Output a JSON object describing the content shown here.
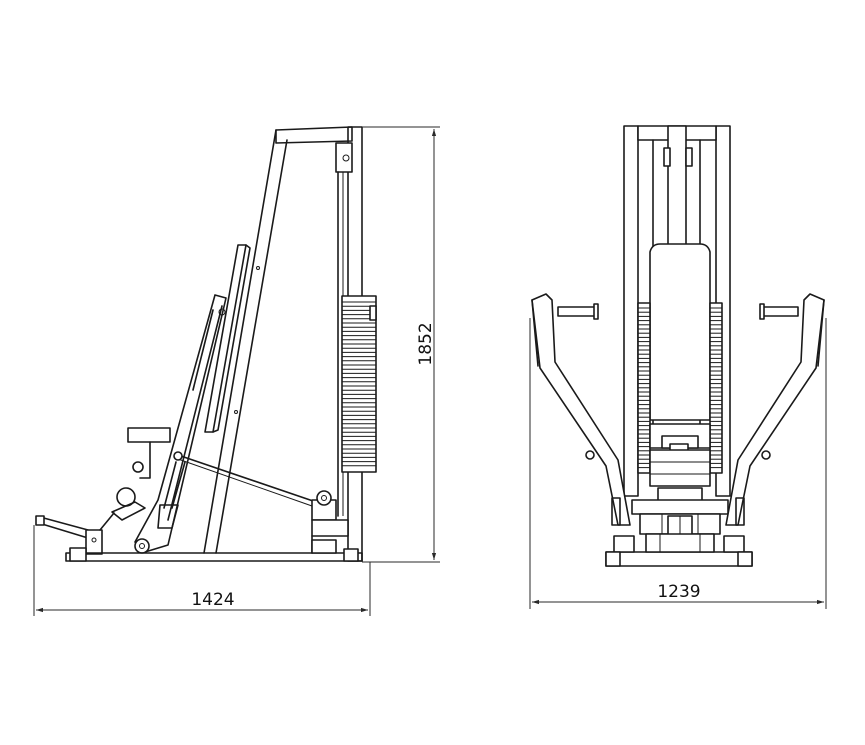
{
  "dimensions": {
    "height": "1852",
    "side_width": "1424",
    "front_width": "1239"
  }
}
